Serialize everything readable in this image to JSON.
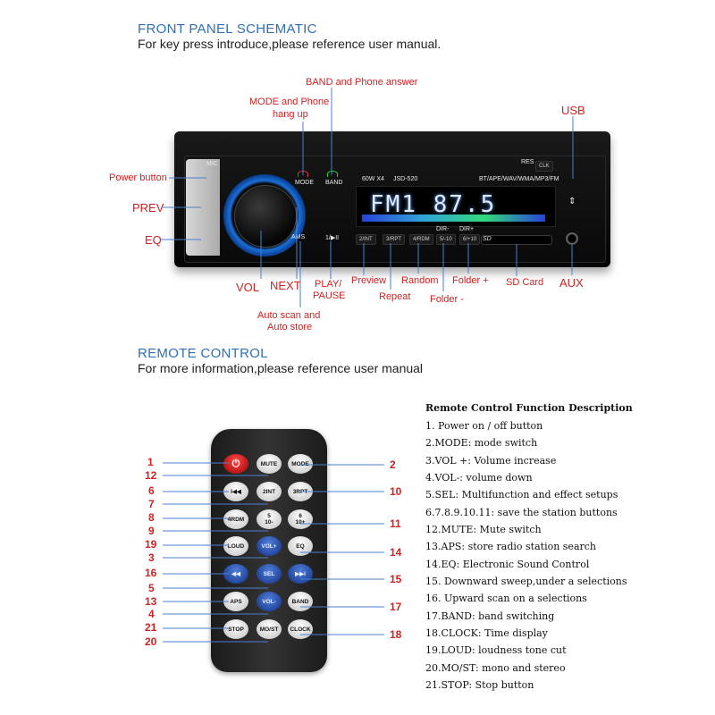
{
  "front": {
    "title": "FRONT PANEL SCHEMATIC",
    "subtitle": "For key press introduce,please reference user manual."
  },
  "remote_section": {
    "title": "REMOTE CONTROL",
    "subtitle": "For more information,please reference user manual"
  },
  "front_labels": {
    "band": "BAND and Phone answer",
    "mode_1": "MODE and Phone",
    "mode_2": "hang up",
    "usb": "USB",
    "power": "Power button",
    "prev": "PREV",
    "eq": "EQ",
    "vol": "VOL",
    "next": "NEXT",
    "play_1": "PLAY/",
    "play_2": "PAUSE",
    "preview": "Preview",
    "repeat": "Repeat",
    "random": "Random",
    "folder_plus": "Folder +",
    "folder_minus": "Folder -",
    "sdcard": "SD Card",
    "aux": "AUX",
    "autoscan_1": "Auto scan and",
    "autoscan_2": "Auto store"
  },
  "unit_text": {
    "mic": "MIC",
    "res": "RES",
    "clk": "CLK",
    "mode": "MODE",
    "band": "BAND",
    "power_spec": "60W X4",
    "model": "JSD-520",
    "formats": "BT/APE/WAV/WMA/MP3/FM",
    "display": "FM1 87.5",
    "ams": "AMS",
    "play": "1/▶II",
    "b2": "2/INT",
    "b3": "3/RPT",
    "b4": "4/RDM",
    "b5": "5/-10",
    "b6": "6/+10",
    "dirminus": "DIR-",
    "dirplus": "DIR+",
    "sd": "SD"
  },
  "remote_buttons": {
    "power": "⏻",
    "mute": "MUTE",
    "mode": "MODE",
    "prev": "I◀◀",
    "int": "2INT",
    "rpt": "3RPT",
    "rdm": "4RDM",
    "b5a": "5",
    "b5b": "10-",
    "b6a": "6",
    "b6b": "10+",
    "loud": "LOUD",
    "volup": "VOL+",
    "eq": "EQ",
    "rew": "◀◀",
    "sel": "SEL",
    "ff": "▶▶I",
    "aps": "APS",
    "voldown": "VOL-",
    "band": "BAND",
    "stop": "STOP",
    "most": "MO/ST",
    "clock": "CLOCK"
  },
  "remote_numbers": {
    "n1": "1",
    "n2": "2",
    "n3": "3",
    "n4": "4",
    "n5": "5",
    "n6": "6",
    "n7": "7",
    "n8": "8",
    "n9": "9",
    "n10": "10",
    "n11": "11",
    "n12": "12",
    "n13": "13",
    "n14": "14",
    "n15": "15",
    "n16": "16",
    "n17": "17",
    "n18": "18",
    "n19": "19",
    "n20": "20",
    "n21": "21"
  },
  "descriptions": {
    "title": "Remote Control Function Description",
    "items": [
      "1. Power on / off button",
      "2.MODE: mode switch",
      "3.VOL +: Volume increase",
      "4.VOL-: volume down",
      "5.SEL: Multifunction and effect setups",
      "6.7.8.9.10.11: save the station buttons",
      "12.MUTE: Mute switch",
      "13.APS: store radio station search",
      "14.EQ: Electronic Sound Control",
      "15. Downward sweep,under a selections",
      "16. Upward scan on a selections",
      "17.BAND: band switching",
      "18.CLOCK: Time display",
      "19.LOUD: loudness tone cut",
      "20.MO/ST: mono and stereo",
      "21.STOP: Stop button"
    ]
  },
  "colors": {
    "heading": "#2f6fb5",
    "label": "#d42020",
    "callout_line": "#4a7fd0"
  }
}
